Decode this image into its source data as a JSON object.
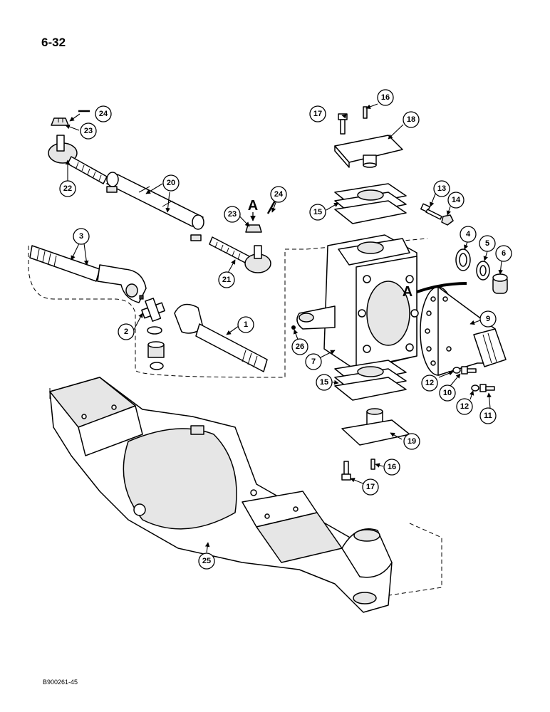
{
  "page_number": "6-32",
  "figure_code": "B900261-45",
  "view_marker": "A",
  "callouts": [
    {
      "id": "c1",
      "label": "1"
    },
    {
      "id": "c2",
      "label": "2"
    },
    {
      "id": "c3",
      "label": "3"
    },
    {
      "id": "c4",
      "label": "4"
    },
    {
      "id": "c5",
      "label": "5"
    },
    {
      "id": "c6",
      "label": "6"
    },
    {
      "id": "c7",
      "label": "7"
    },
    {
      "id": "c9",
      "label": "9"
    },
    {
      "id": "c10",
      "label": "10"
    },
    {
      "id": "c11",
      "label": "11"
    },
    {
      "id": "c12a",
      "label": "12"
    },
    {
      "id": "c12b",
      "label": "12"
    },
    {
      "id": "c13",
      "label": "13"
    },
    {
      "id": "c14",
      "label": "14"
    },
    {
      "id": "c15a",
      "label": "15"
    },
    {
      "id": "c15b",
      "label": "15"
    },
    {
      "id": "c16a",
      "label": "16"
    },
    {
      "id": "c16b",
      "label": "16"
    },
    {
      "id": "c17a",
      "label": "17"
    },
    {
      "id": "c17b",
      "label": "17"
    },
    {
      "id": "c18",
      "label": "18"
    },
    {
      "id": "c19",
      "label": "19"
    },
    {
      "id": "c20",
      "label": "20"
    },
    {
      "id": "c21",
      "label": "21"
    },
    {
      "id": "c22",
      "label": "22"
    },
    {
      "id": "c23a",
      "label": "23"
    },
    {
      "id": "c23b",
      "label": "23"
    },
    {
      "id": "c24a",
      "label": "24"
    },
    {
      "id": "c24b",
      "label": "24"
    },
    {
      "id": "c25",
      "label": "25"
    },
    {
      "id": "c26",
      "label": "26"
    }
  ]
}
